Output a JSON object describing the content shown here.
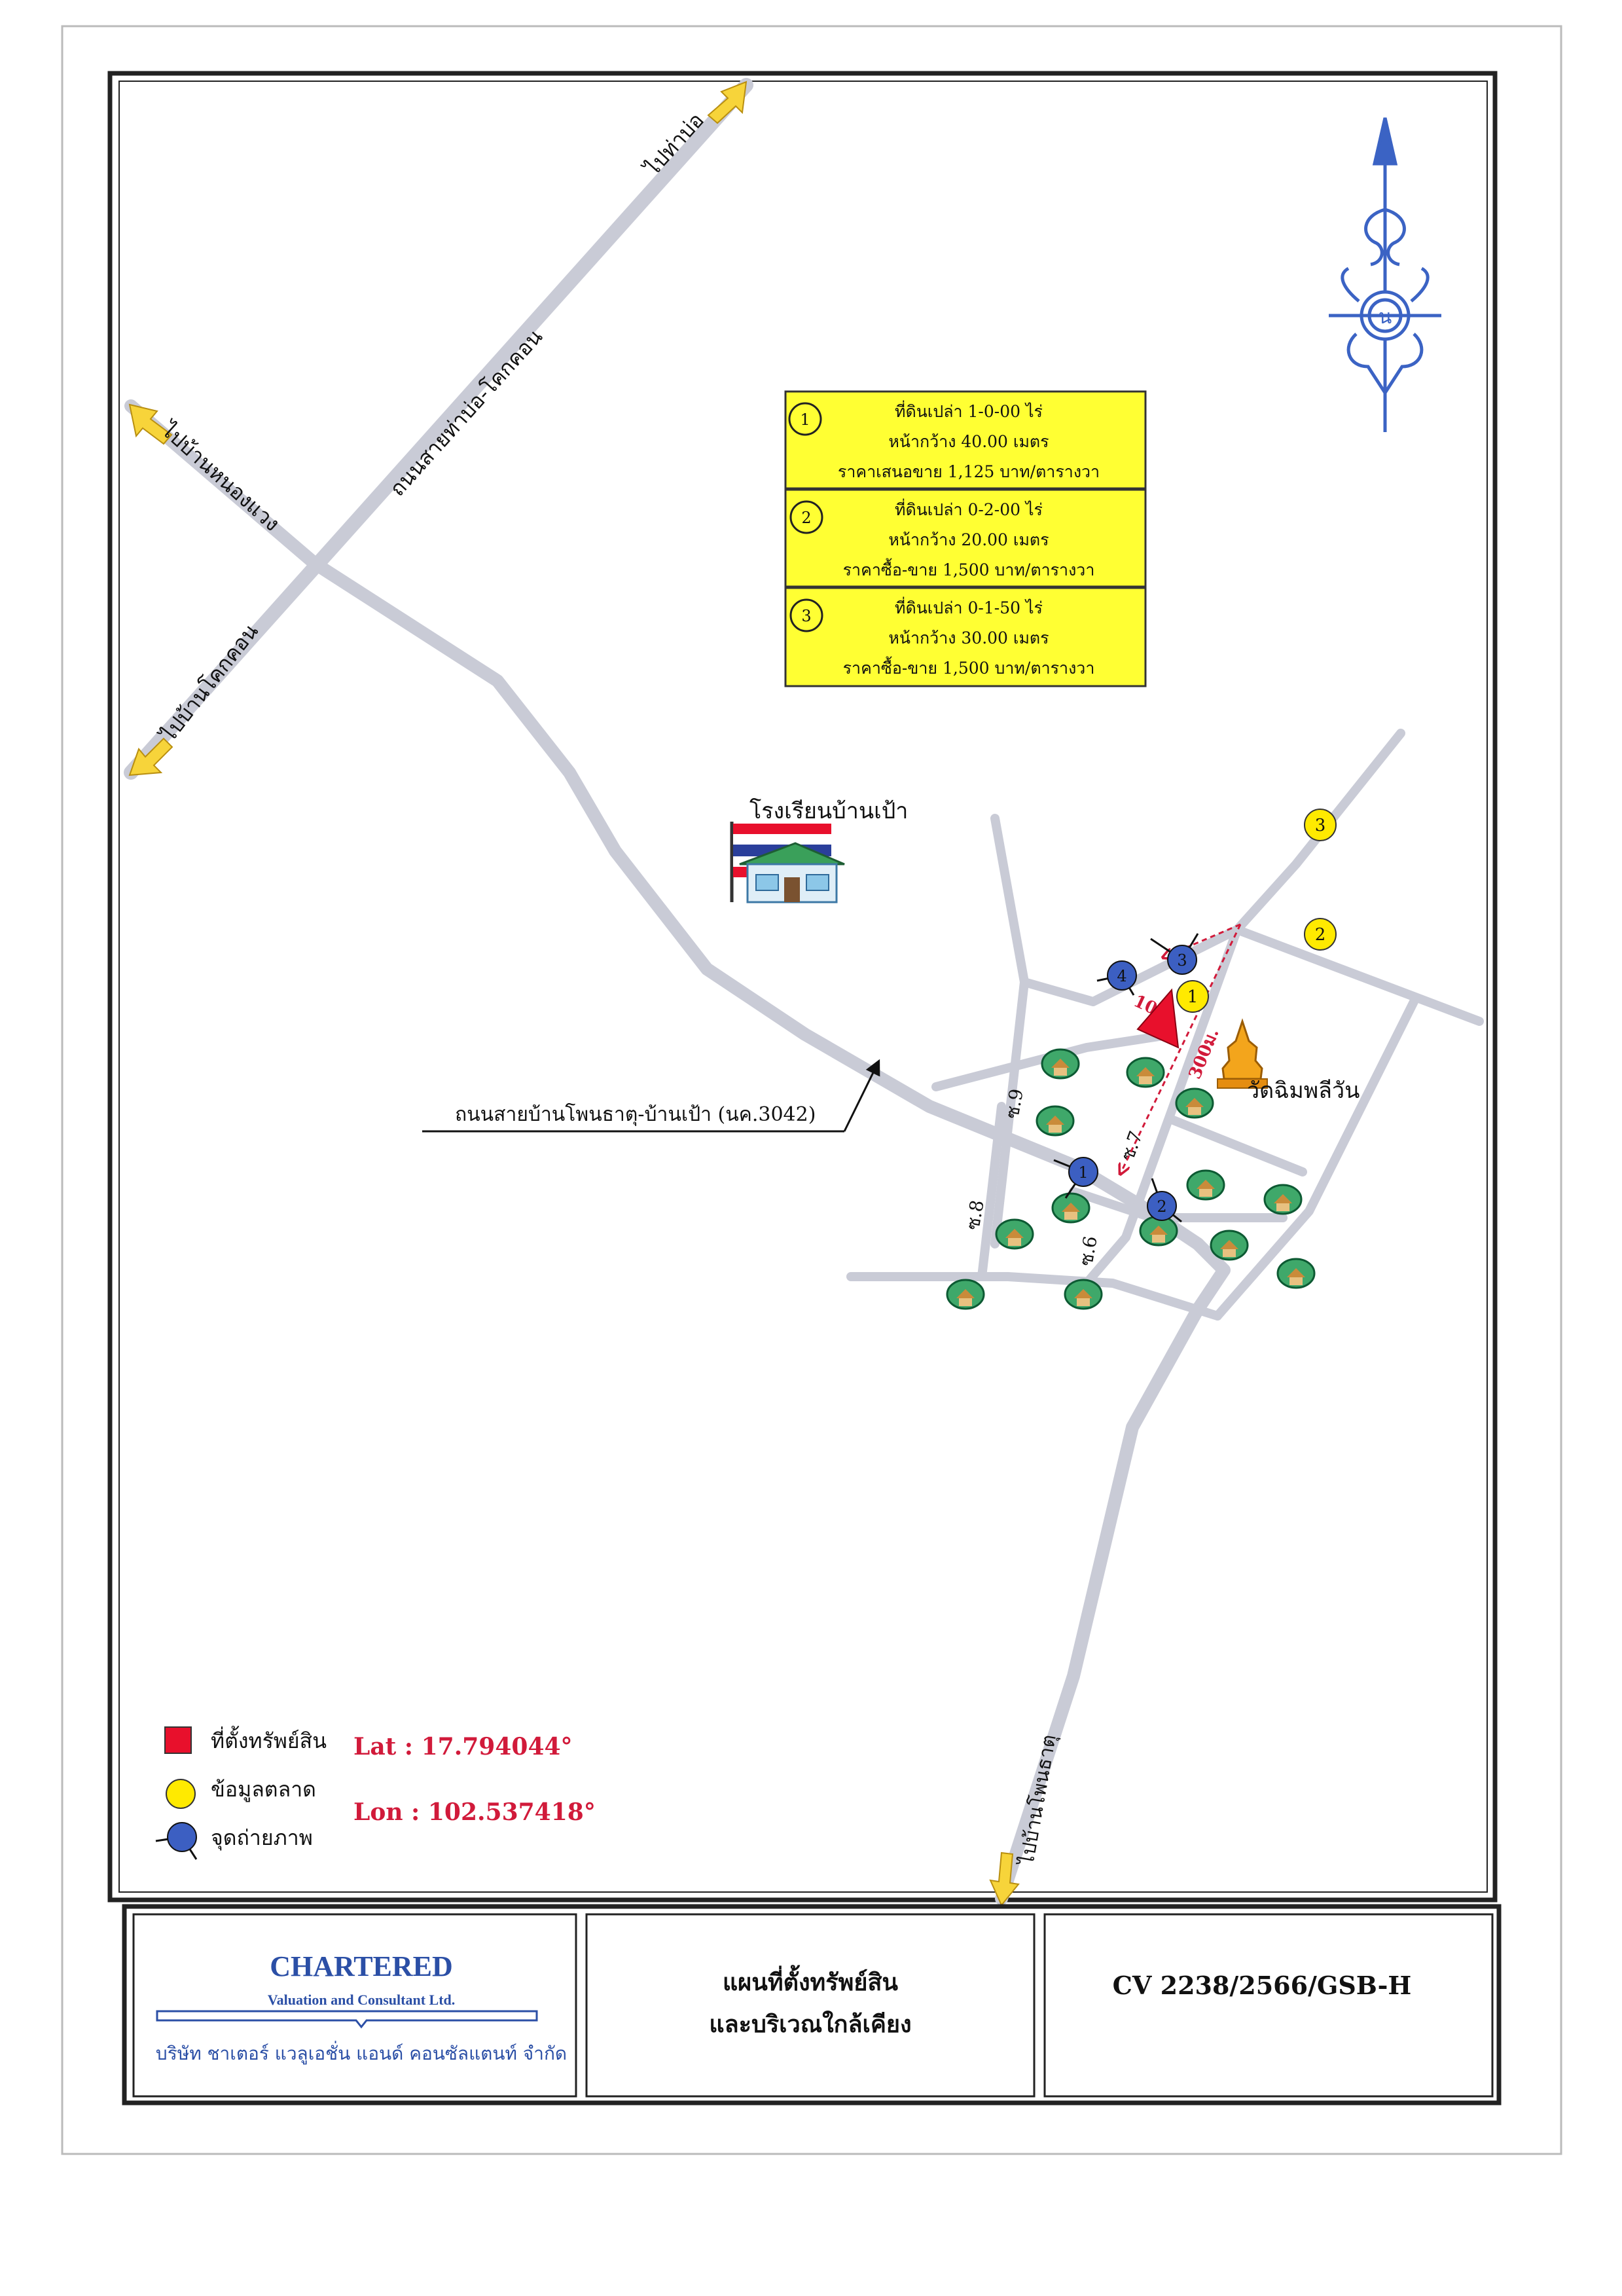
{
  "map": {
    "road_labels": {
      "to_ta_bo": "ไปท่าบ่อ",
      "ta_bo_khok_khon_road": "ถนนสายท่าบ่อ-โคกคอน",
      "to_ban_nong_waeng": "ไปบ้านหนองแวง",
      "to_ban_khok_khon": "ไปบ้านโคกคอน",
      "phon_that_pao_road": "ถนนสายบ้านโพนธาตุ-บ้านเป้า (นค.3042)",
      "to_ban_phon_that": "ไปบ้านโพนธาตุ"
    },
    "landmarks": {
      "school": "โรงเรียนบ้านเป้า",
      "temple": "วัดฉิมพลีวัน"
    },
    "soi_labels": [
      "ซ.9",
      "ซ.8",
      "ซ.7",
      "ซ.6"
    ],
    "distances": {
      "short": "10ม.",
      "long": "300ม."
    },
    "market_points": [
      "1",
      "2",
      "3"
    ],
    "photo_points": [
      "1",
      "2",
      "3",
      "4"
    ],
    "market_info": [
      {
        "num": "1",
        "lines": [
          "ที่ดินเปล่า 1-0-00 ไร่",
          "หน้ากว้าง 40.00 เมตร",
          "ราคาเสนอขาย 1,125 บาท/ตารางวา"
        ]
      },
      {
        "num": "2",
        "lines": [
          "ที่ดินเปล่า 0-2-00 ไร่",
          "หน้ากว้าง 20.00 เมตร",
          "ราคาซื้อ-ขาย 1,500 บาท/ตารางวา"
        ]
      },
      {
        "num": "3",
        "lines": [
          "ที่ดินเปล่า 0-1-50 ไร่",
          "หน้ากว้าง 30.00 เมตร",
          "ราคาซื้อ-ขาย 1,500 บาท/ตารางวา"
        ]
      }
    ],
    "compass_letter": "น",
    "legend": {
      "property": "ที่ตั้งทรัพย์สิน",
      "market_data": "ข้อมูลตลาด",
      "photo_point": "จุดถ่ายภาพ"
    },
    "coordinates": {
      "lat": "Lat :  17.794044°",
      "lon": "Lon : 102.537418°"
    }
  },
  "footer": {
    "company_en": "CHARTERED",
    "company_sub": "Valuation and Consultant Ltd.",
    "company_th": "บริษัท ชาเตอร์ แวลูเอชั่น แอนด์ คอนซัลแตนท์ จำกัด",
    "doc_title_line1": "แผนที่ตั้งทรัพย์สิน",
    "doc_title_line2": "และบริเวณใกล้เคียง",
    "doc_code": "CV 2238/2566/GSB-H"
  },
  "colors": {
    "road": "#c9cbd6",
    "road_edge": "#9ea2b4",
    "yellow_box": "#ffff33",
    "marker_yellow": "#ffea00",
    "marker_blue": "#3c5fc2",
    "property_red": "#e8102c",
    "compass_blue": "#3b63c4",
    "arrow_yellow": "#f7d43a"
  }
}
